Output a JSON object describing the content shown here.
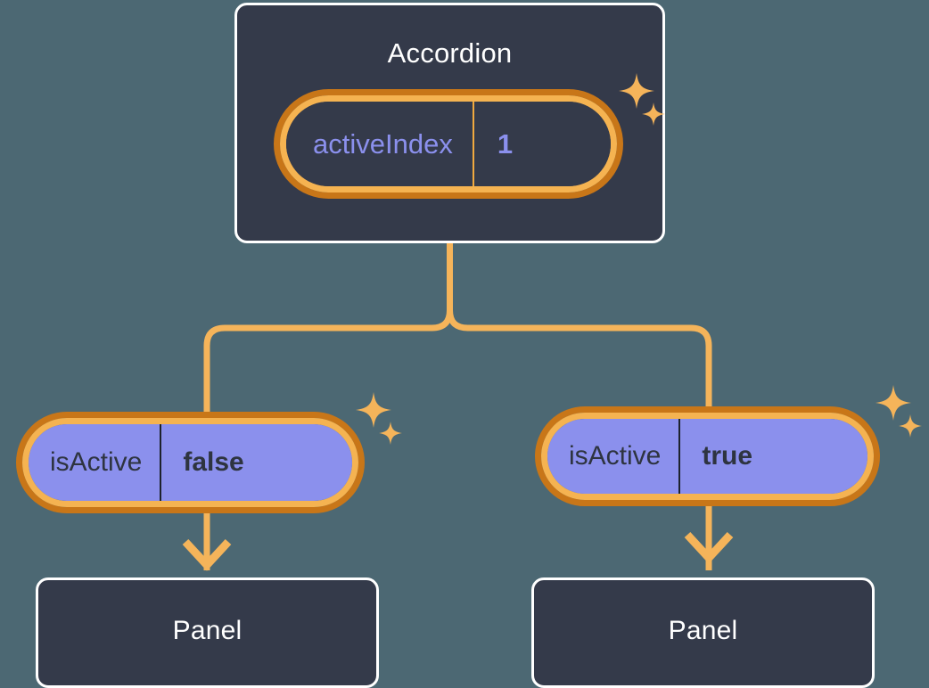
{
  "theme": {
    "background": "#4c6873",
    "card_fill": "#343a4a",
    "card_border": "#ffffff",
    "ring_outer": "#c87618",
    "ring_inner": "#f5b351",
    "connector": "#f5b45a",
    "accent_purple": "#8b90ed",
    "dark_text": "#2e3440"
  },
  "diagram": {
    "type": "component-tree",
    "root": {
      "name": "root-component",
      "title": "Accordion",
      "state": {
        "key": "activeIndex",
        "value": "1",
        "highlighted": true,
        "sparkle_icon": "sparkles-icon"
      }
    },
    "children": [
      {
        "name": "branch-left",
        "prop": {
          "key": "isActive",
          "value": "false",
          "highlighted": true,
          "sparkle_icon": "sparkles-icon"
        },
        "child": {
          "name": "panel-left",
          "title": "Panel"
        }
      },
      {
        "name": "branch-right",
        "prop": {
          "key": "isActive",
          "value": "true",
          "highlighted": true,
          "sparkle_icon": "sparkles-icon"
        },
        "child": {
          "name": "panel-right",
          "title": "Panel"
        }
      }
    ]
  }
}
